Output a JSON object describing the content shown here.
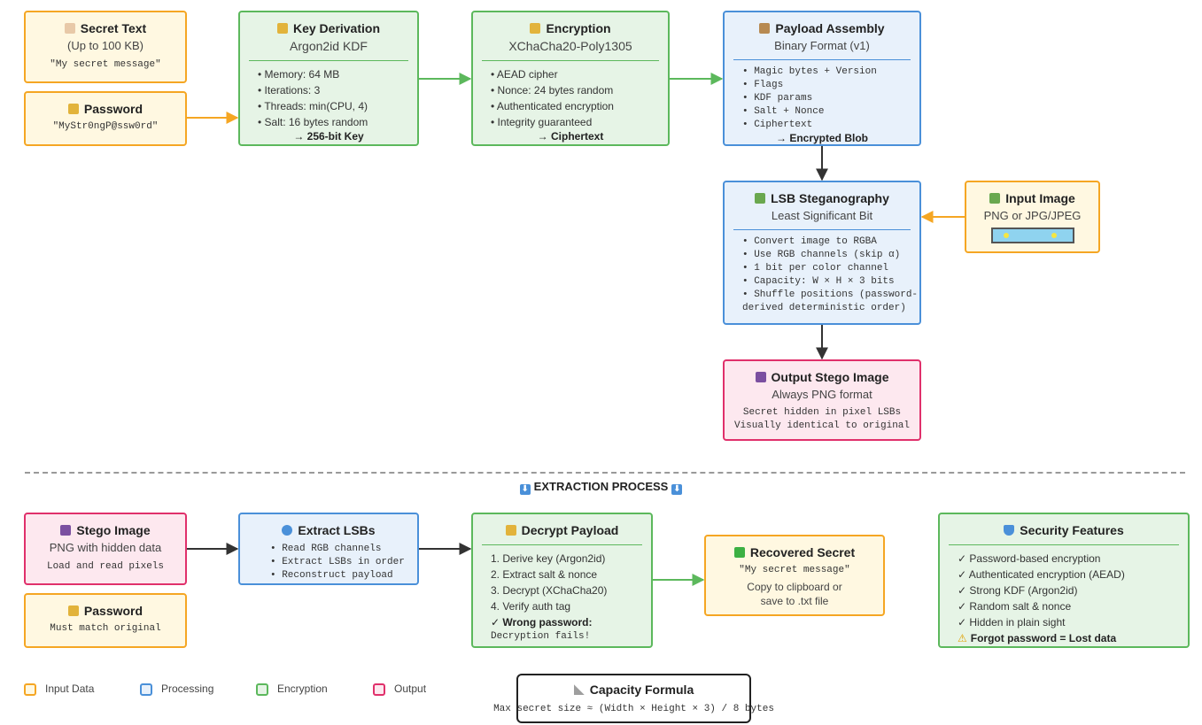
{
  "secret_text": {
    "title": "Secret Text",
    "sub": "(Up to 100 KB)",
    "example": "\"My secret message\""
  },
  "password": {
    "title": "Password",
    "example": "\"MyStr0ngP@ssw0rd\""
  },
  "key_derivation": {
    "title": "Key Derivation",
    "sub": "Argon2id KDF",
    "items": [
      "• Memory: 64 MB",
      "• Iterations: 3",
      "• Threads: min(CPU, 4)",
      "• Salt: 16 bytes random"
    ],
    "result": "→ 256-bit Key"
  },
  "encryption": {
    "title": "Encryption",
    "sub": "XChaCha20-Poly1305",
    "items": [
      "• AEAD cipher",
      "• Nonce: 24 bytes random",
      "• Authenticated encryption",
      "• Integrity guaranteed"
    ],
    "result": "→ Ciphertext"
  },
  "payload": {
    "title": "Payload Assembly",
    "sub": "Binary Format (v1)",
    "items": [
      "• Magic bytes + Version",
      "• Flags",
      "• KDF params",
      "• Salt + Nonce",
      "• Ciphertext"
    ],
    "result": "→ Encrypted Blob"
  },
  "lsb": {
    "title": "LSB Steganography",
    "sub": "Least Significant Bit",
    "items": [
      "• Convert image to RGBA",
      "• Use RGB channels (skip α)",
      "• 1 bit per color channel",
      "• Capacity: W × H × 3 bits",
      "• Shuffle positions (password-",
      "derived deterministic order)"
    ]
  },
  "input_image": {
    "title": "Input Image",
    "sub": "PNG or JPG/JPEG"
  },
  "output_image": {
    "title": "Output Stego Image",
    "sub": "Always PNG format",
    "lines": [
      "Secret hidden in pixel LSBs",
      "Visually identical to original"
    ]
  },
  "section": {
    "title": "EXTRACTION PROCESS",
    "icon": "⬇"
  },
  "stego_image": {
    "title": "Stego Image",
    "sub": "PNG with hidden data",
    "line": "Load and read pixels"
  },
  "password2": {
    "title": "Password",
    "line": "Must match original"
  },
  "extract": {
    "title": "Extract LSBs",
    "items": [
      "• Read RGB channels",
      "• Extract LSBs in order",
      "• Reconstruct payload"
    ]
  },
  "decrypt": {
    "title": "Decrypt Payload",
    "items": [
      "1. Derive key (Argon2id)",
      "2. Extract salt & nonce",
      "3. Decrypt (XChaCha20)",
      "4. Verify auth tag"
    ],
    "warn": "✓ Wrong password:",
    "warn_line": "Decryption fails!"
  },
  "recovered": {
    "title": "Recovered Secret",
    "example": "\"My secret message\"",
    "line1": "Copy to clipboard or",
    "line2": "save to .txt file"
  },
  "security": {
    "title": "Security Features",
    "items": [
      "✓ Password-based encryption",
      "✓ Authenticated encryption (AEAD)",
      "✓ Strong KDF (Argon2id)",
      "✓ Random salt & nonce",
      "✓ Hidden in plain sight"
    ],
    "warn": "Forgot password = Lost data"
  },
  "legend": {
    "input": "Input Data",
    "processing": "Processing",
    "encryption": "Encryption",
    "output": "Output"
  },
  "capacity": {
    "title": "Capacity Formula",
    "formula": "Max secret size ≈ (Width × Height × 3) / 8 bytes"
  },
  "colors": {
    "input": "#f5a623",
    "processing": "#4a90d9",
    "encryption": "#5cb85c",
    "output": "#e0306b",
    "arrow": "#333333"
  }
}
